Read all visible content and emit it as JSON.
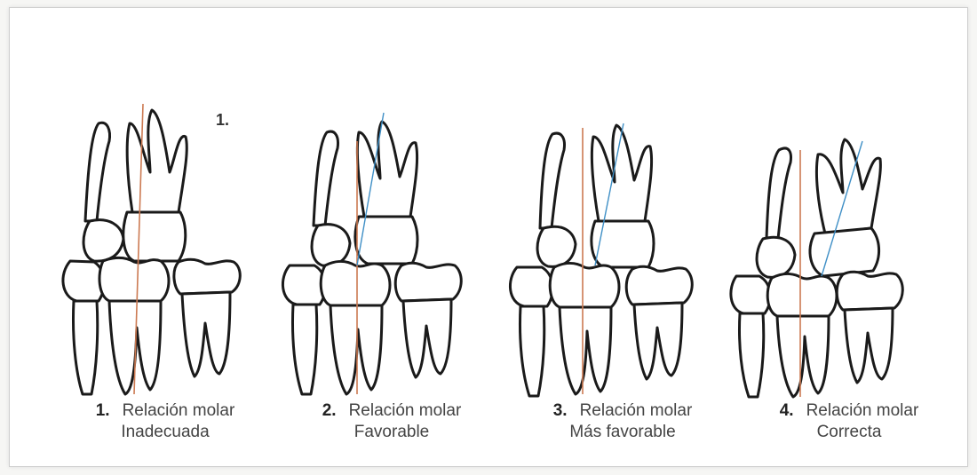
{
  "figure": {
    "marker": "1.",
    "panels": [
      {
        "number": "1.",
        "line1": "Relación molar",
        "line2": "Inadecuada"
      },
      {
        "number": "2.",
        "line1": "Relación molar",
        "line2": "Favorable"
      },
      {
        "number": "3.",
        "line1": "Relación molar",
        "line2": "Más favorable"
      },
      {
        "number": "4.",
        "line1": "Relación molar",
        "line2": "Correcta"
      }
    ]
  },
  "colors": {
    "reference_line": "#cc7a52",
    "molar_axis": "#3f8fc6"
  }
}
